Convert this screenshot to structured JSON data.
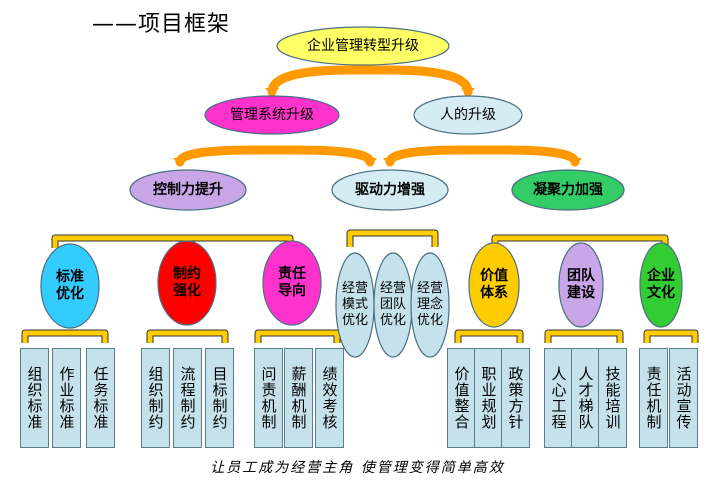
{
  "header": {
    "title": "——项目框架"
  },
  "top_node": {
    "label": "企业管理转型升级",
    "color": "#ffff66"
  },
  "level2": [
    {
      "label": "管理系统升级",
      "color": "#ff33cc"
    },
    {
      "label": "人的升级",
      "color": "#d6ecf3"
    }
  ],
  "level3": [
    {
      "label": "控制力提升",
      "color": "#c9a6e8"
    },
    {
      "label": "驱动力增强",
      "color": "#d6ecf3"
    },
    {
      "label": "凝聚力加强",
      "color": "#33cc66"
    }
  ],
  "level4": [
    {
      "label": "标准\n优化",
      "color": "#33ccff"
    },
    {
      "label": "制约\n强化",
      "color": "#ff0000"
    },
    {
      "label": "责任\n导向",
      "color": "#ff33cc"
    },
    {
      "label": "经营\n模式\n优化",
      "color": "#c5e2ec"
    },
    {
      "label": "经营\n团队\n优化",
      "color": "#c5e2ec"
    },
    {
      "label": "经营\n理念\n优化",
      "color": "#c5e2ec"
    },
    {
      "label": "价值\n体系",
      "color": "#ffcc00"
    },
    {
      "label": "团队\n建设",
      "color": "#c9a6e8"
    },
    {
      "label": "企业\n文化",
      "color": "#33cc33"
    }
  ],
  "leaves": [
    "组织标准",
    "作业标准",
    "任务标准",
    "组织制约",
    "流程制约",
    "目标制约",
    "问责机制",
    "薪酬机制",
    "绩效考核",
    "价值整合",
    "职业规划",
    "政策方针",
    "人心工程",
    "人才梯队",
    "技能培训",
    "责任机制",
    "活动宣传"
  ],
  "connector_color": "#ff9900",
  "bracket_color": "#ffcc00",
  "footer": {
    "slogan": "让员工成为经营主角   使管理变得简单高效"
  }
}
